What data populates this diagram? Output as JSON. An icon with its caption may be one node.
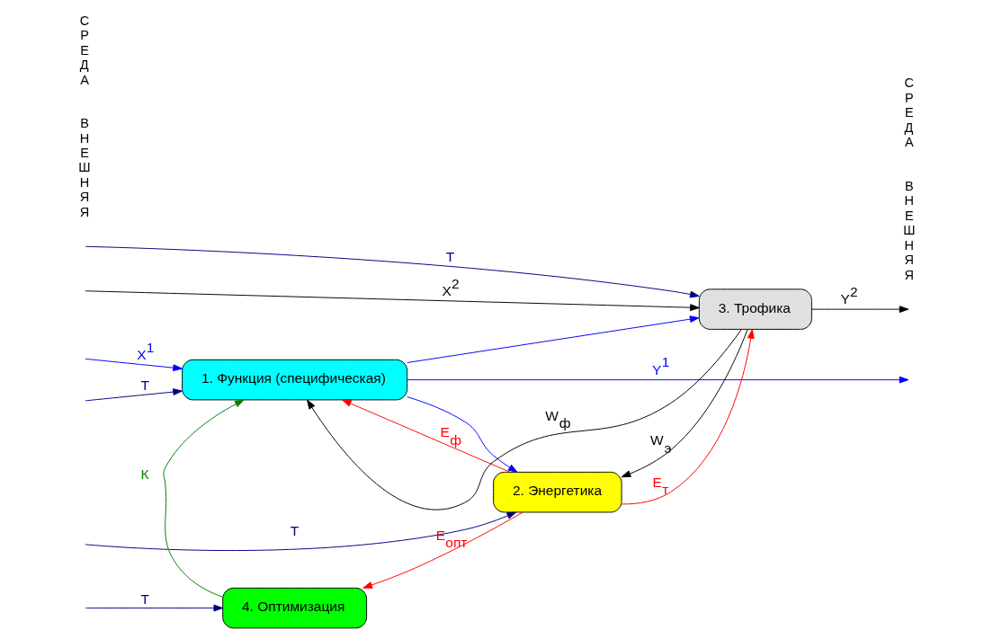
{
  "diagram": {
    "nodes": [
      {
        "text": [
          "1. Функция (специфическая)"
        ]
      },
      {
        "text": [
          "4. Оптимизация"
        ]
      },
      {
        "text": [
          "2. Энергетика"
        ]
      },
      {
        "text": [
          "3. Трофика"
        ]
      }
    ],
    "edges": [
      {
        "from": 0,
        "to": null,
        "arrow": "to",
        "label": "Y$^{1}$",
        "color": "#0000ff"
      },
      {
        "from": null,
        "to": 0,
        "arrow": "to",
        "label": "X$^{1}$",
        "color": "#0000ff"
      },
      {
        "from": null,
        "to": 0,
        "arrow": "to",
        "label": "Т",
        "color": "#000080"
      },
      {
        "from": 1,
        "to": 0,
        "arrow": "to",
        "label": "К",
        "color": "#008000"
      },
      {
        "from": null,
        "to": 1,
        "arrow": "to",
        "label": "Т",
        "color": "#000080"
      },
      {
        "from": 2,
        "to": 1,
        "arrow": "to",
        "label": "E$_{опт}$",
        "color": "#ff0000"
      },
      {
        "from": 2,
        "to": 0,
        "arrow": "to",
        "label": "E$_{ф}$",
        "color": "#ff0000"
      },
      {
        "from": 0,
        "to": 2,
        "arrow": "to",
        "color": "#0000ff"
      },
      {
        "from": 0,
        "to": 3,
        "arrow": "to",
        "color": "#0000ff"
      },
      {
        "from": null,
        "to": 2,
        "arrow": "to",
        "label": "Т",
        "color": "#000080"
      },
      {
        "from": 2,
        "to": 3,
        "arrow": "to",
        "label": "E$_{т}$",
        "color": "#ff0000"
      },
      {
        "from": 3,
        "to": 2,
        "arrow": "to",
        "label": "W$_{э}$",
        "color": "#000000"
      },
      {
        "from": 3,
        "to": 0,
        "arrow": "to",
        "label": "W$_{ф}$",
        "color": "#000000"
      },
      {
        "from": null,
        "to": 3,
        "arrow": "to",
        "label": "Т",
        "color": "#000080"
      },
      {
        "from": null,
        "to": 3,
        "arrow": "to",
        "label": "X$^{2}$",
        "color": "#000000"
      },
      {
        "from": 3,
        "to": null,
        "arrow": "to",
        "label": "Y$^{2}$",
        "color": "#000000"
      }
    ],
    "labels": [
      "ВНЕШНЯЯ",
      "СРЕДА",
      "ВНЕШНЯЯ",
      "СРЕДА"
    ]
  }
}
